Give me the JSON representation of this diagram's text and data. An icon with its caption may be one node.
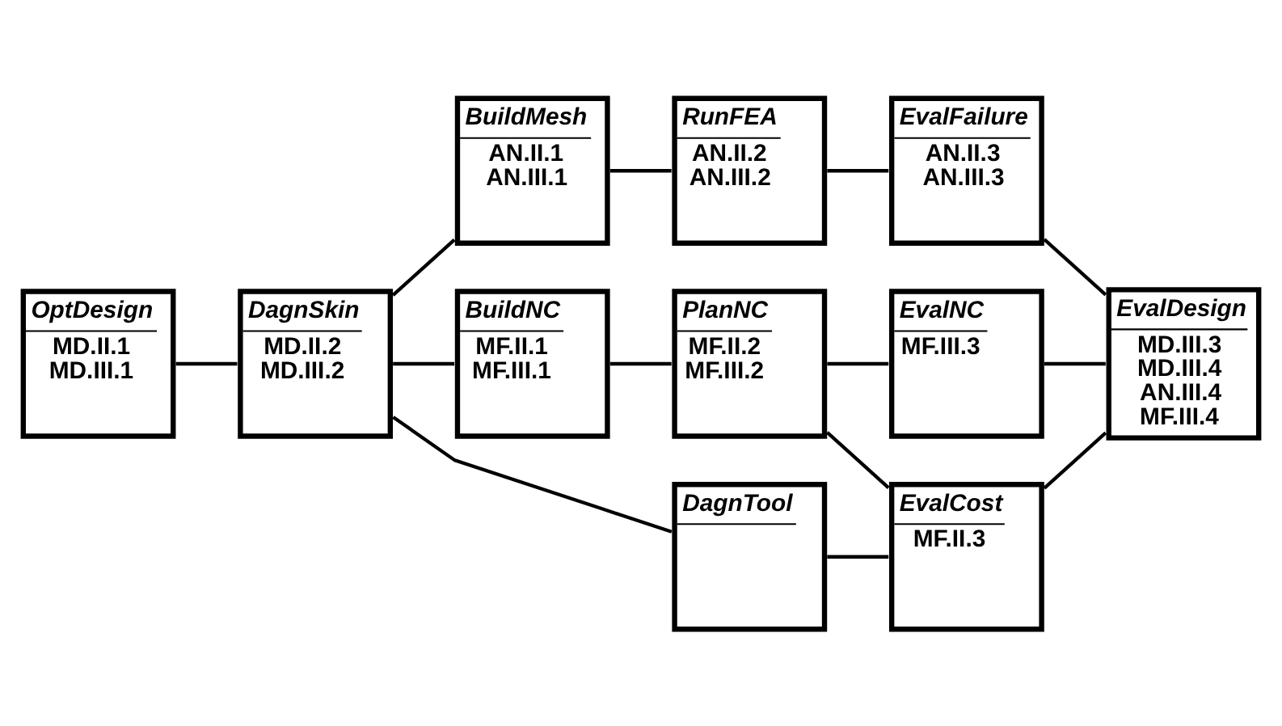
{
  "diagram": {
    "nodes": [
      {
        "text": [
          "OptDesign",
          "MD.II.1 MD.III.1"
        ]
      },
      {
        "text": [
          "DagnSkin",
          "MD.II.2 MD.III.2"
        ]
      },
      {
        "text": [
          "BuildMesh",
          "AN.II.1 AN.III.1"
        ]
      },
      {
        "text": [
          "RunFEA",
          "AN.II.2 AN.III.2"
        ]
      },
      {
        "text": [
          "EvalFailure",
          "AN.II.3 AN.III.3"
        ]
      },
      {
        "text": [
          "BuildNC",
          "MF.II.1 MF.III.1"
        ]
      },
      {
        "text": [
          "PlanNC",
          "MF.II.2 MF.III.2"
        ]
      },
      {
        "text": [
          "EvalNC",
          "MF.III.3"
        ]
      },
      {
        "text": [
          "EvalDesign",
          "MD.III.3 MD.III.4 AN.III.4 MF.III.4"
        ]
      },
      {
        "text": [
          "DagnTool"
        ]
      },
      {
        "text": [
          "EvalCost",
          "MF.II.3"
        ]
      }
    ],
    "edges": [
      {
        "from": 0,
        "to": 1,
        "arrow": "none"
      },
      {
        "from": 1,
        "to": 2,
        "arrow": "none"
      },
      {
        "from": 1,
        "to": 5,
        "arrow": "none"
      },
      {
        "from": 1,
        "to": 9,
        "arrow": "none"
      },
      {
        "from": 2,
        "to": 3,
        "arrow": "none"
      },
      {
        "from": 3,
        "to": 4,
        "arrow": "none"
      },
      {
        "from": 4,
        "to": 8,
        "arrow": "none"
      },
      {
        "from": 5,
        "to": 6,
        "arrow": "none"
      },
      {
        "from": 6,
        "to": 7,
        "arrow": "none"
      },
      {
        "from": 7,
        "to": 8,
        "arrow": "none"
      },
      {
        "from": 6,
        "to": 10,
        "arrow": "none"
      },
      {
        "from": 10,
        "to": 8,
        "arrow": "none"
      },
      {
        "from": 9,
        "to": 10,
        "arrow": "none"
      }
    ]
  }
}
